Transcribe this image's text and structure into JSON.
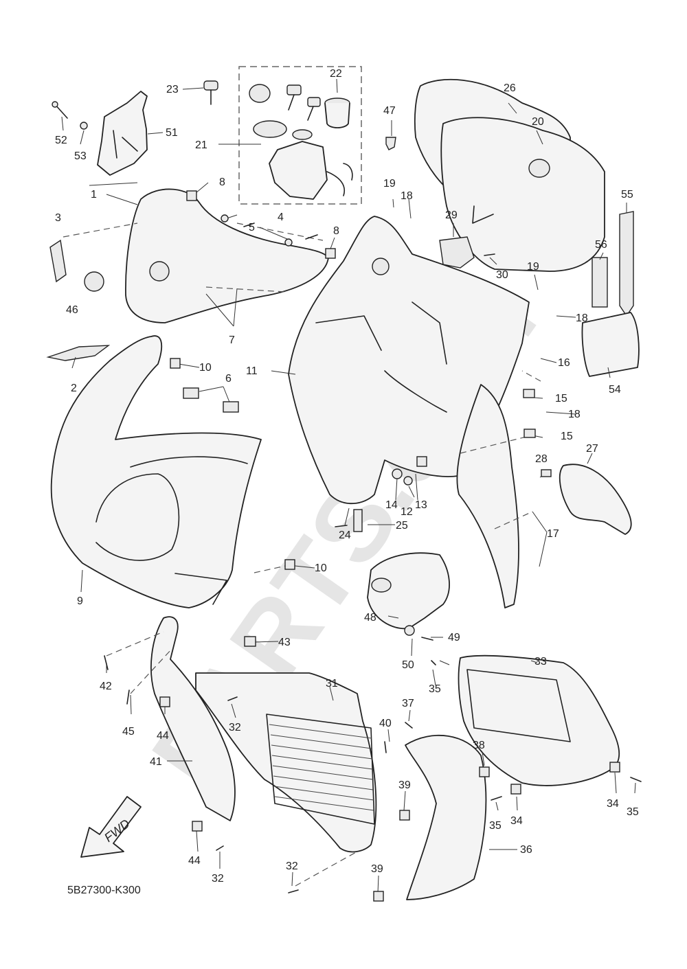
{
  "diagram": {
    "code": "5B27300-K300",
    "arrow_label": "FWD",
    "watermark": "PARTS.com",
    "callouts": [
      "1",
      "2",
      "3",
      "4",
      "5",
      "6",
      "7",
      "8",
      "8",
      "9",
      "10",
      "10",
      "11",
      "12",
      "13",
      "14",
      "15",
      "15",
      "16",
      "17",
      "18",
      "18",
      "18",
      "18",
      "19",
      "19",
      "20",
      "21",
      "22",
      "23",
      "24",
      "25",
      "26",
      "27",
      "28",
      "29",
      "30",
      "31",
      "32",
      "32",
      "32",
      "33",
      "34",
      "34",
      "35",
      "35",
      "35",
      "36",
      "37",
      "38",
      "39",
      "39",
      "40",
      "41",
      "42",
      "43",
      "44",
      "44",
      "45",
      "46",
      "47",
      "48",
      "49",
      "50",
      "51",
      "52",
      "53",
      "54",
      "55",
      "56"
    ],
    "colors": {
      "line": "#222222",
      "fill": "#f4f4f4",
      "watermark": "#d0d0d0"
    }
  }
}
